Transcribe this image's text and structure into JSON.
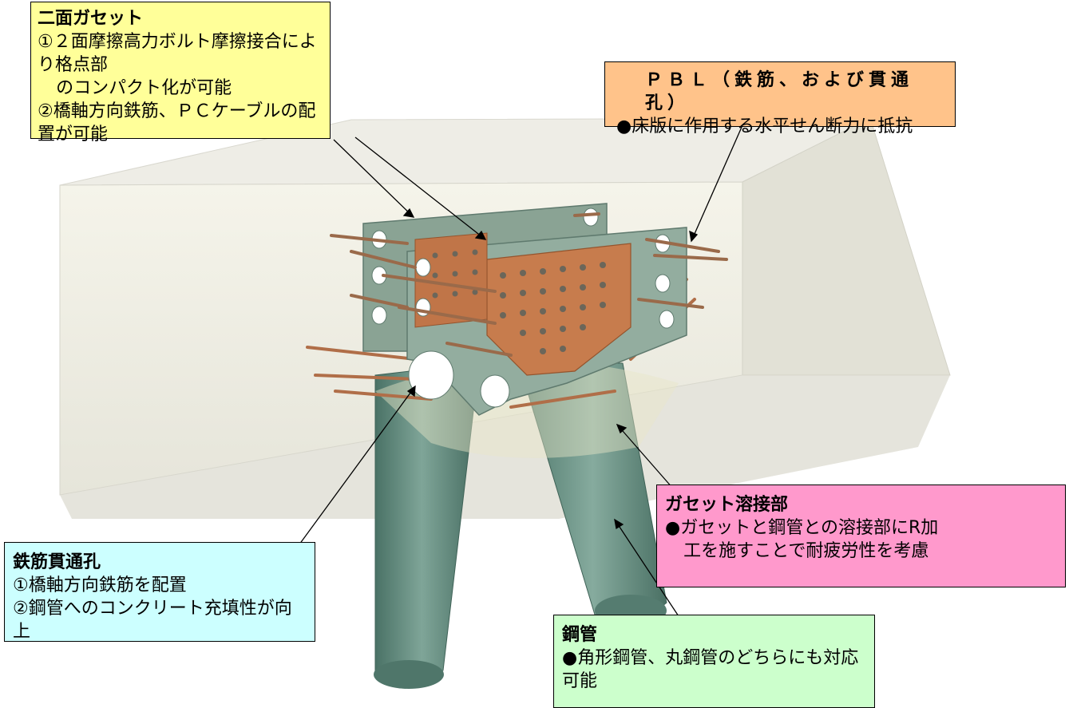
{
  "colors": {
    "gusset_box": "#ffff99",
    "pbl_box": "#ffc38a",
    "weld_box": "#ff99cc",
    "hole_box": "#ccffff",
    "pipe_box": "#ccffcc",
    "steel_pipe": "#5f8a7c",
    "plate": "#8ea69a",
    "copper": "#c0764a",
    "concrete": "#e9e7dc"
  },
  "callouts": {
    "gusset": {
      "title": "二面ガセット",
      "line1": "①２面摩擦高力ボルト摩擦接合により格点部",
      "line2": "のコンパクト化が可能",
      "line3": "②橋軸方向鉄筋、ＰＣケーブルの配置が可能"
    },
    "pbl": {
      "title": "ＰＢＬ（鉄筋、および貫通孔）",
      "line1": "●床版に作用する水平せん断力に抵抗"
    },
    "weld": {
      "title": "ガセット溶接部",
      "line1": "●ガセットと鋼管との溶接部にR加",
      "line2": "工を施すことで耐疲労性を考慮"
    },
    "hole": {
      "title": "鉄筋貫通孔",
      "line1": "①橋軸方向鉄筋を配置",
      "line2": "②鋼管へのコンクリート充填性が向上"
    },
    "pipe": {
      "title": "鋼管",
      "line1": "●角形鋼管、丸鋼管のどちらにも対応可能"
    }
  }
}
